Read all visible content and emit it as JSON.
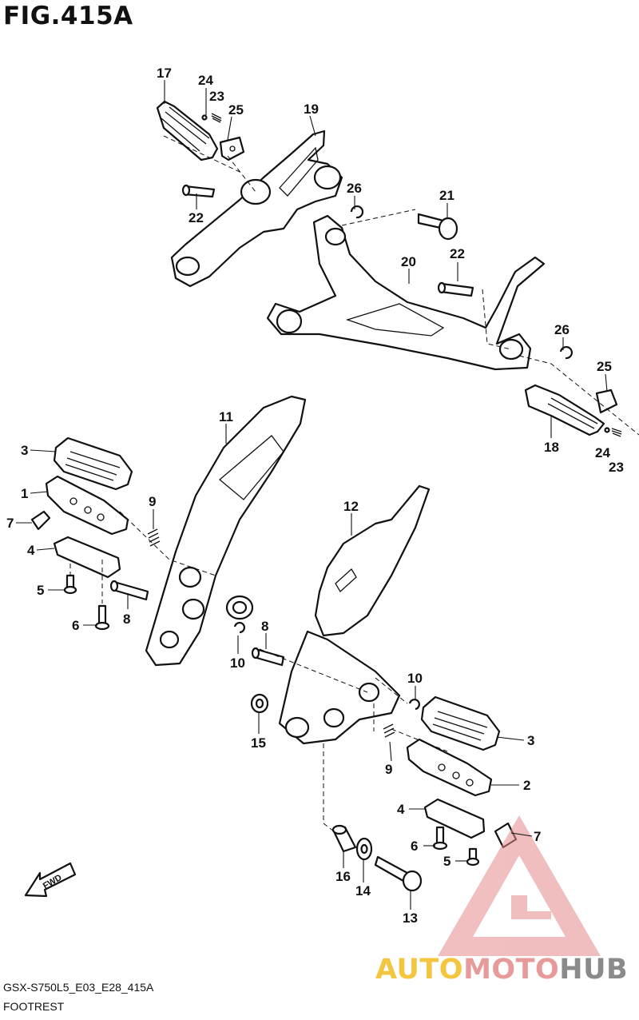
{
  "figure": {
    "title": "FIG.415A",
    "code": "GSX-S750L5_E03_E28_415A",
    "name": "FOOTREST"
  },
  "fwd_label": "FWD",
  "watermark": {
    "part1": "AUTO",
    "part2": "MOTO",
    "part3": "HUB",
    "colors": [
      "#f4c53f",
      "#e79a9a",
      "#8a8a8a"
    ]
  },
  "callouts": {
    "c17": "17",
    "c24a": "24",
    "c23a": "23",
    "c25a": "25",
    "c19": "19",
    "c22a": "22",
    "c26a": "26",
    "c21": "21",
    "c20": "20",
    "c22b": "22",
    "c26b": "26",
    "c25b": "25",
    "c18": "18",
    "c24b": "24",
    "c23b": "23",
    "c11": "11",
    "c3a": "3",
    "c1": "1",
    "c7a": "7",
    "c9a": "9",
    "c4a": "4",
    "c5a": "5",
    "c8a": "8",
    "c6a": "6",
    "c10a": "10",
    "c12": "12",
    "c8b": "8",
    "c10b": "10",
    "c15": "15",
    "c3b": "3",
    "c9b": "9",
    "c2": "2",
    "c4b": "4",
    "c7b": "7",
    "c6b": "6",
    "c5b": "5",
    "c16": "16",
    "c14": "14",
    "c13": "13"
  }
}
